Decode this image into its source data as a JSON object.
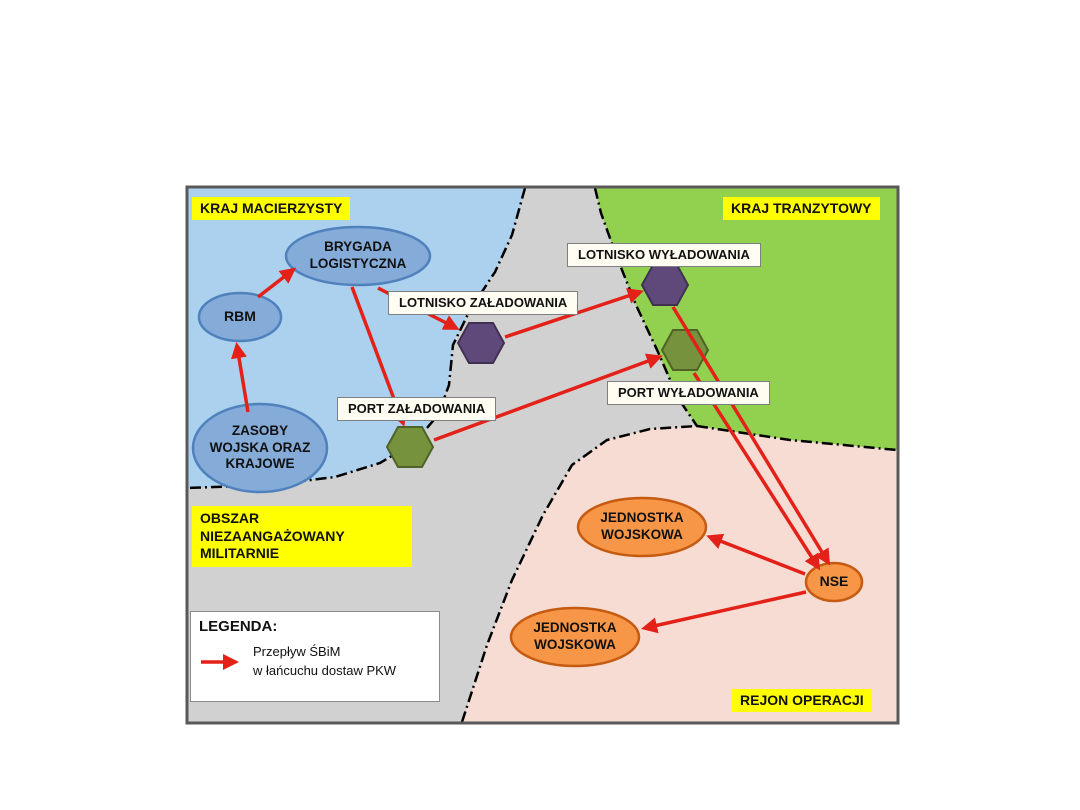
{
  "diagram": {
    "regions": {
      "kraj_macierzysty": "KRAJ MACIERZYSTY",
      "kraj_tranzytowy": "KRAJ TRANZYTOWY",
      "obszar_niezaangazowany": "OBSZAR NIEZAANGAŻOWANY MILITARNIE",
      "rejon_operacji": "REJON OPERACJI"
    },
    "nodes": {
      "zasoby": "ZASOBY WOJSKA ORAZ KRAJOWE",
      "rbm": "RBM",
      "brygada": "BRYGADA LOGISTYCZNA",
      "lotnisko_zaladowania": "LOTNISKO ZAŁADOWANIA",
      "lotnisko_wyladowania": "LOTNISKO WYŁADOWANIA",
      "port_zaladowania": "PORT ZAŁADOWANIA",
      "port_wyladowania": "PORT WYŁADOWANIA",
      "jednostka_wojskowa_1": "JEDNOSTKA WOJSKOWA",
      "jednostka_wojskowa_2": "JEDNOSTKA WOJSKOWA",
      "nse": "NSE"
    },
    "legend": {
      "title": "LEGENDA:",
      "arrow_label_line1": "Przepływ ŚBiM",
      "arrow_label_line2": "w łańcuchu dostaw PKW"
    },
    "flows": [
      {
        "from": "ZASOBY WOJSKA ORAZ KRAJOWE",
        "to": "RBM"
      },
      {
        "from": "RBM",
        "to": "BRYGADA LOGISTYCZNA"
      },
      {
        "from": "BRYGADA LOGISTYCZNA",
        "to": "LOTNISKO ZAŁADOWANIA"
      },
      {
        "from": "BRYGADA LOGISTYCZNA",
        "to": "PORT ZAŁADOWANIA"
      },
      {
        "from": "LOTNISKO ZAŁADOWANIA",
        "to": "LOTNISKO WYŁADOWANIA"
      },
      {
        "from": "PORT ZAŁADOWANIA",
        "to": "PORT WYŁADOWANIA"
      },
      {
        "from": "LOTNISKO WYŁADOWANIA",
        "to": "NSE"
      },
      {
        "from": "PORT WYŁADOWANIA",
        "to": "NSE"
      },
      {
        "from": "NSE",
        "to": "JEDNOSTKA WOJSKOWA (1)"
      },
      {
        "from": "NSE",
        "to": "JEDNOSTKA WOJSKOWA (2)"
      }
    ],
    "colors": {
      "home_region": "#abd1ee",
      "transit_region": "#92d050",
      "operation_region": "#f7dcd3",
      "neutral_region": "#d1d1d1",
      "region_label_bg": "#ffff00",
      "flow_arrow": "#e32119",
      "military_node": "#85abd8",
      "operation_node": "#f79646",
      "airport_node": "#5f497a",
      "seaport_node": "#76923c"
    }
  }
}
